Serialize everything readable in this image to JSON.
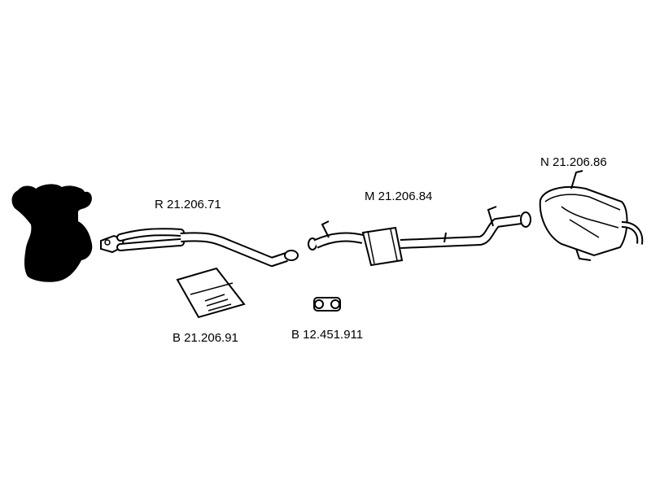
{
  "diagram": {
    "parts": [
      {
        "code": "R 21.206.71",
        "depicts": "front-pipe"
      },
      {
        "code": "M 21.206.84",
        "depicts": "center-pipe-with-silencer"
      },
      {
        "code": "N 21.206.86",
        "depicts": "rear-silencer"
      },
      {
        "code": "B 21.206.91",
        "depicts": "heat-shield"
      },
      {
        "code": "B 12.451.911",
        "depicts": "pipe-clamp"
      }
    ],
    "colors": {
      "ink": "#000000",
      "paper": "#ffffff"
    }
  }
}
